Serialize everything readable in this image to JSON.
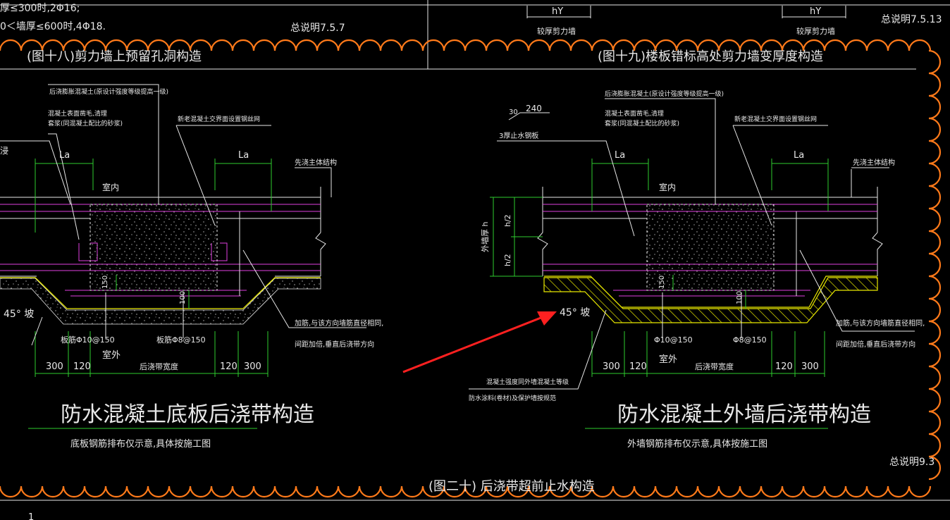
{
  "header": {
    "note_line1": "厚≤300时,2Φ16;",
    "note_line2": "0＜墙厚≤600时,4Φ18.",
    "ref_left": "总说明7.5.7",
    "dim_hy_1": "hY",
    "weak_wall_1": "较厚剪力墙",
    "dim_hy_2": "hY",
    "weak_wall_2": "较厚剪力墙",
    "ref_right": "总说明7.5.13"
  },
  "section_titles": {
    "fig18": "(图十八)剪力墙上预留孔洞构造",
    "fig19": "(图十九)楼板错标高处剪力墙变厚度构造",
    "fig20": "(图二十) 后浇带超前止水构造",
    "ref_bottom": "总说明9.3"
  },
  "left_detail": {
    "label_post_concrete": "后浇膨胀混凝土(原设计强度等级提高一级)",
    "label_surface_1": "混凝土表面凿毛,清理",
    "label_surface_2": "套浆(同混凝土配比的砂浆)",
    "label_mesh": "新老混凝土交界面设置钢丝网",
    "label_edge": "浸",
    "la_left": "La",
    "la_right": "La",
    "label_first_pour": "先浇主体结构",
    "indoor": "室内",
    "outdoor": "室外",
    "dim_150": "150",
    "dim_100": "100",
    "slope": "45° 坡",
    "rebar_left": "板筋Φ10@150",
    "rebar_right": "板筋Φ8@150",
    "add_bar_1": "加筋,与该方向墙筋直径相同,",
    "add_bar_2": "间距加倍,垂直后浇带方向",
    "dims": [
      "300",
      "120",
      "120",
      "300"
    ],
    "band_width": "后浇带宽度",
    "title": "防水混凝土底板后浇带构造",
    "subtitle": "底板钢筋排布仅示意,具体按施工图"
  },
  "right_detail": {
    "label_post_concrete": "后浇膨胀混凝土(原设计强度等级提高一级)",
    "label_surface_1": "混凝土表面凿毛,清理",
    "label_surface_2": "套浆(同混凝土配比的砂浆)",
    "label_mesh": "新老混凝土交界面设置钢丝网",
    "steel_plate_dim": "240",
    "steel_plate_dim_prefix": "30",
    "steel_plate": "3厚止水钢板",
    "la_left": "La",
    "la_right": "La",
    "label_first_pour": "先浇主体结构",
    "indoor": "室内",
    "outdoor": "室外",
    "wall_thickness": "外墙厚 h",
    "half_h_top": "h/2",
    "half_h_bottom": "h/2",
    "dim_150": "150",
    "dim_100": "100",
    "slope": "45° 坡",
    "rebar_left": "Φ10@150",
    "rebar_right": "Φ8@150",
    "add_bar_1": "加筋,与该方向墙筋直径相同,",
    "add_bar_2": "间距加倍,垂直后浇带方向",
    "dims": [
      "300",
      "120",
      "120",
      "300"
    ],
    "band_width": "后浇带宽度",
    "note_concrete": "混凝土强度同外墙混凝土等级",
    "note_waterproof": "防水涂料(卷材)及保护墙按规范",
    "title": "防水混凝土外墙后浇带构造",
    "subtitle": "外墙钢筋排布仅示意,具体按施工图"
  },
  "footer": {
    "corner_mark": "1"
  },
  "colors": {
    "background": "#000000",
    "line_white": "#e8e8e8",
    "rebar_magenta": "#e040e0",
    "dim_green": "#2ecc2e",
    "waterproof_yellow": "#e8e800",
    "revision_cloud": "#ff7a1a",
    "arrow_red": "#ff2020"
  }
}
